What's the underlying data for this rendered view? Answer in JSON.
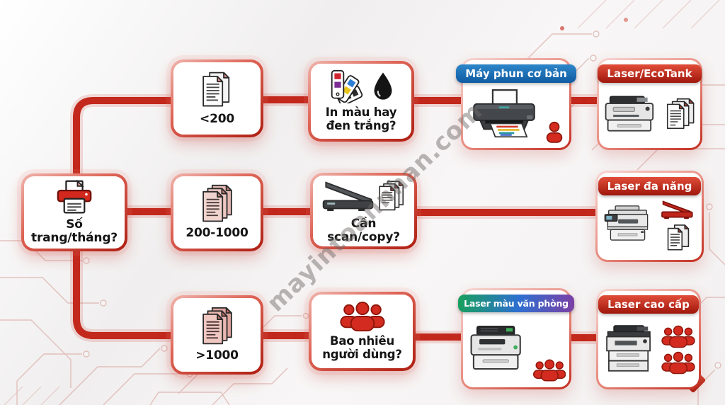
{
  "watermark": "mayintoannhan.com",
  "colors": {
    "flow_line_red": "#c3281c",
    "box_border_red": "#ae1d11",
    "badge_blue": "#1566ab",
    "badge_red": "#b2190d",
    "badge_gradient_start": "#18a05b",
    "badge_gradient_mid": "#2e6fd0",
    "badge_gradient_end": "#7c3fa5",
    "person_red": "#d32b1f"
  },
  "root": {
    "label": "Số trang/tháng?",
    "icon": "printer-icon"
  },
  "branches": {
    "low": {
      "volume": "<200",
      "volume_icon": "documents-icon",
      "question_line1": "In màu hay",
      "question_line2": "đen trắng?",
      "question_icons": [
        "color-swatches-icon",
        "ink-drop-icon"
      ],
      "results": {
        "inkjet": "Máy phun cơ bản",
        "ecotank": "Laser/EcoTank"
      }
    },
    "mid": {
      "volume": "200-1000",
      "volume_icon": "documents-icon",
      "question": "Cần scan/copy?",
      "question_icons": [
        "scanner-icon",
        "documents-icon"
      ],
      "results": {
        "mfp": "Laser đa năng"
      }
    },
    "high": {
      "volume": ">1000",
      "volume_icon": "documents-icon",
      "question_line1": "Bao nhiêu",
      "question_line2": "người dùng?",
      "question_icons": [
        "user-group-icon"
      ],
      "results": {
        "office_color": "Laser màu văn phòng",
        "premium": "Laser cao cấp"
      }
    }
  }
}
